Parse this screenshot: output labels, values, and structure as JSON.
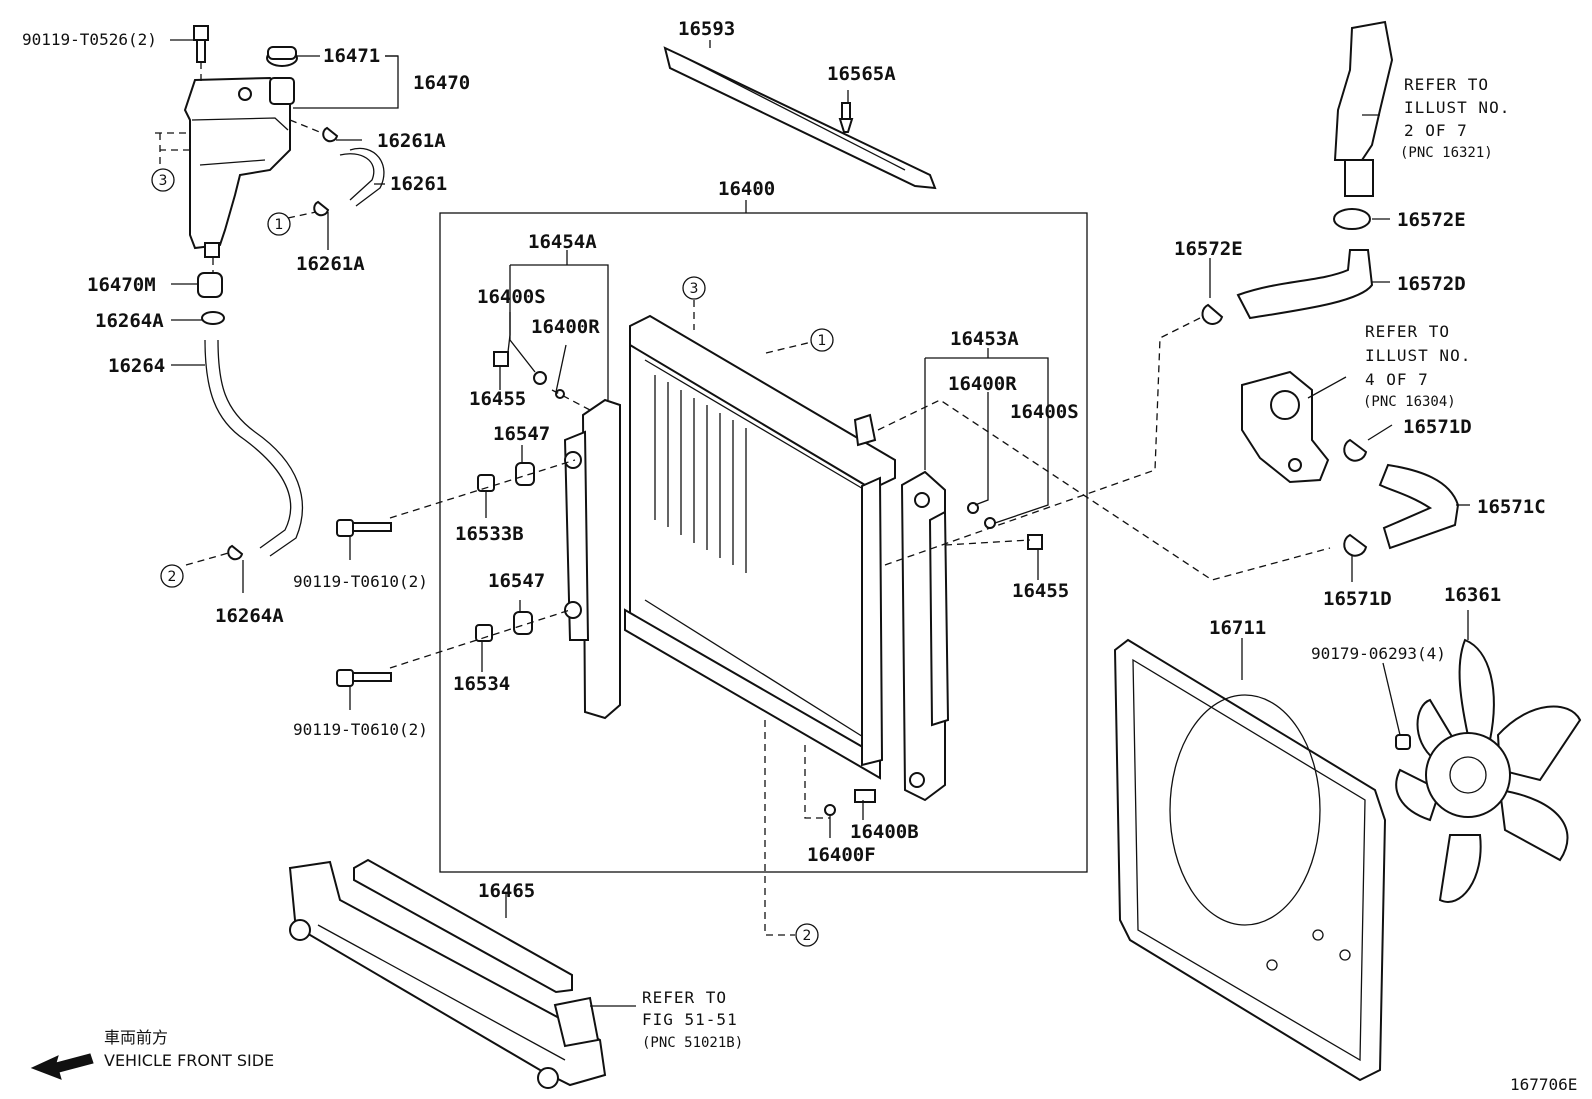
{
  "parts": {
    "p90119_T0526": "90119-T0526(2)",
    "p16471": "16471",
    "p16470": "16470",
    "p16261A_top": "16261A",
    "p16261": "16261",
    "p16261A_bottom": "16261A",
    "p16470M": "16470M",
    "p16264A_top": "16264A",
    "p16264": "16264",
    "p16264A_bottom": "16264A",
    "p16593": "16593",
    "p16565A": "16565A",
    "p16400": "16400",
    "p16454A": "16454A",
    "p16400S_left": "16400S",
    "p16400R_left": "16400R",
    "p16455_left": "16455",
    "p16547_top": "16547",
    "p16533B": "16533B",
    "p90119_T0610_top": "90119-T0610(2)",
    "p16547_bottom": "16547",
    "p16534": "16534",
    "p90119_T0610_bottom": "90119-T0610(2)",
    "p16453A": "16453A",
    "p16400R_right": "16400R",
    "p16400S_right": "16400S",
    "p16455_right": "16455",
    "p16400B": "16400B",
    "p16400F": "16400F",
    "p16465": "16465",
    "p16572E_right": "16572E",
    "p16572E_left": "16572E",
    "p16572D": "16572D",
    "p16571D_top": "16571D",
    "p16571C": "16571C",
    "p16571D_bottom": "16571D",
    "p16711": "16711",
    "p16361": "16361",
    "p90179_06293": "90179-06293(4)"
  },
  "refs": {
    "ref1_line1": "REFER TO",
    "ref1_line2": "ILLUST NO.",
    "ref1_line3": "2 OF 7",
    "ref1_pnc": "(PNC 16321)",
    "ref2_line1": "REFER TO",
    "ref2_line2": "ILLUST NO.",
    "ref2_line3": "4 OF 7",
    "ref2_pnc": "(PNC 16304)",
    "ref3_line1": "REFER TO",
    "ref3_line2": "FIG 51-51",
    "ref3_pnc": "(PNC 51021B)"
  },
  "markers": {
    "m1": "1",
    "m2": "2",
    "m3": "3"
  },
  "caption": {
    "jp": "車両前方",
    "en": "VEHICLE FRONT SIDE"
  },
  "diagram_id": "167706E"
}
